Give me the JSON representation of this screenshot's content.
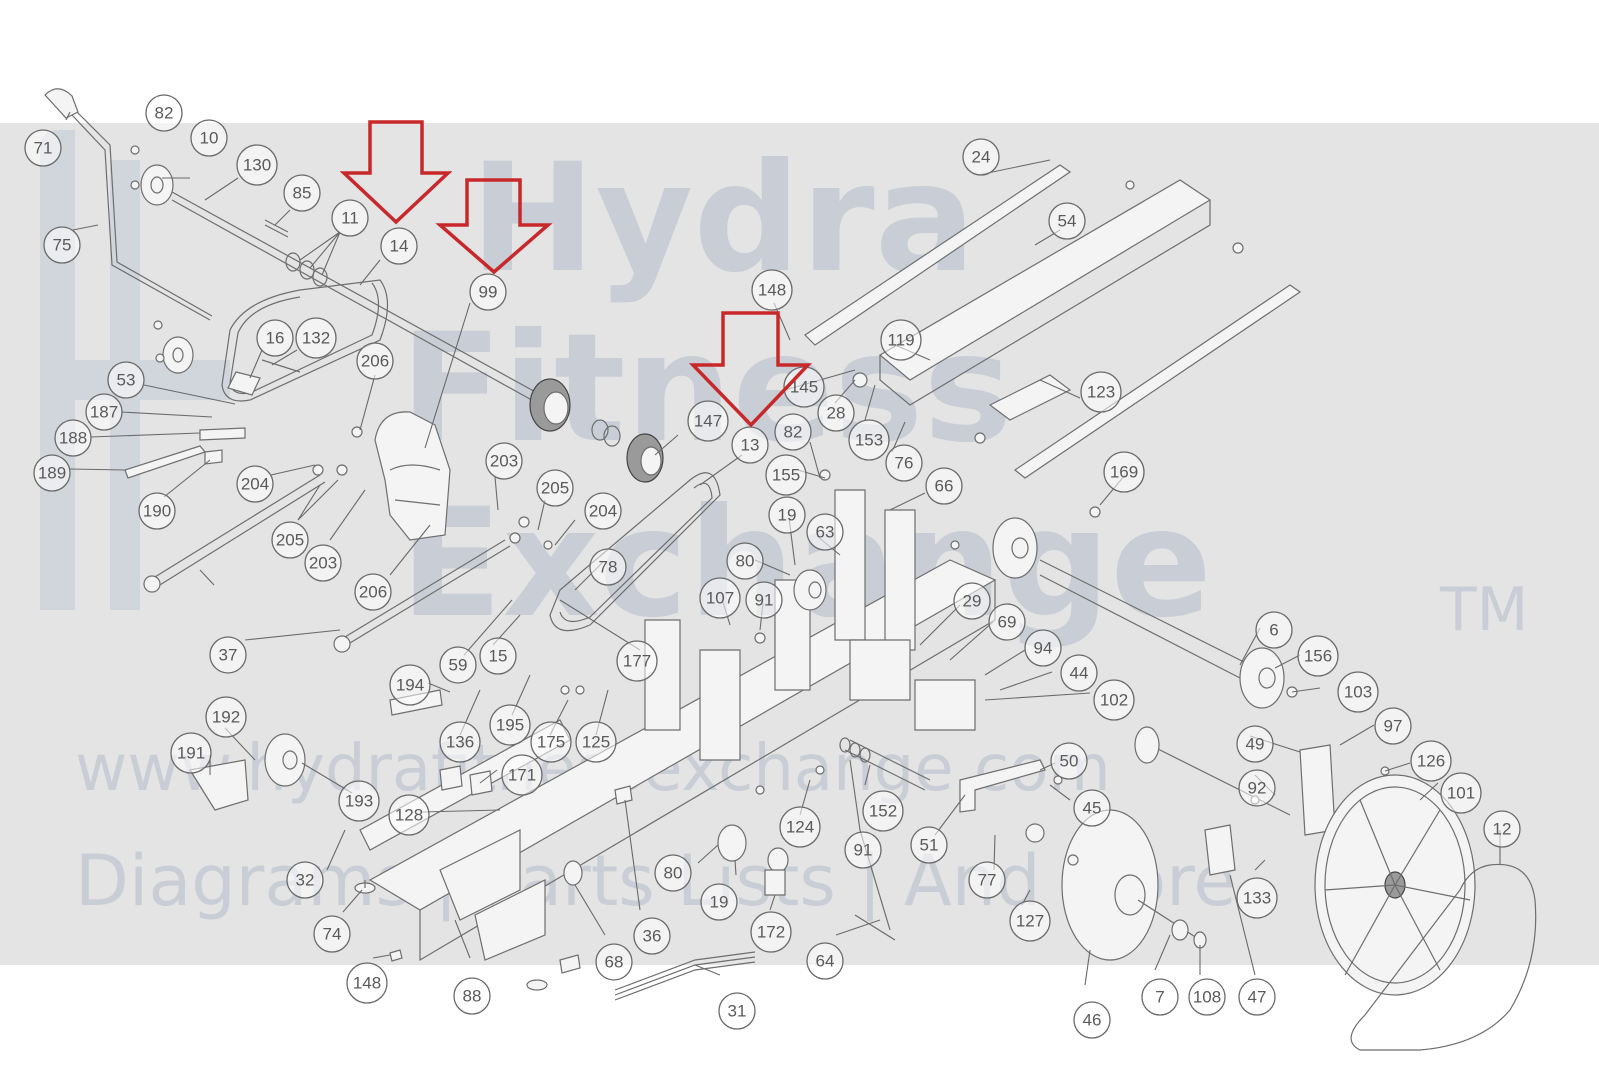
{
  "watermark": {
    "line1": "Hydra",
    "line2": "Fitness",
    "line3": "Exchange",
    "trademark": "TM",
    "website": "www.hydrafitnessexchange.com",
    "tagline": "Diagrams | Parts Lists | And More"
  },
  "callouts": [
    {
      "id": "c-71",
      "label": "71"
    },
    {
      "id": "c-82a",
      "label": "82"
    },
    {
      "id": "c-10",
      "label": "10"
    },
    {
      "id": "c-130",
      "label": "130"
    },
    {
      "id": "c-85",
      "label": "85"
    },
    {
      "id": "c-11",
      "label": "11"
    },
    {
      "id": "c-14",
      "label": "14"
    },
    {
      "id": "c-75",
      "label": "75"
    },
    {
      "id": "c-99",
      "label": "99"
    },
    {
      "id": "c-16",
      "label": "16"
    },
    {
      "id": "c-132",
      "label": "132"
    },
    {
      "id": "c-53",
      "label": "53"
    },
    {
      "id": "c-187",
      "label": "187"
    },
    {
      "id": "c-188",
      "label": "188"
    },
    {
      "id": "c-189",
      "label": "189"
    },
    {
      "id": "c-190",
      "label": "190"
    },
    {
      "id": "c-206a",
      "label": "206"
    },
    {
      "id": "c-204a",
      "label": "204"
    },
    {
      "id": "c-205a",
      "label": "205"
    },
    {
      "id": "c-203a",
      "label": "203"
    },
    {
      "id": "c-206b",
      "label": "206"
    },
    {
      "id": "c-37",
      "label": "37"
    },
    {
      "id": "c-203b",
      "label": "203"
    },
    {
      "id": "c-205b",
      "label": "205"
    },
    {
      "id": "c-204b",
      "label": "204"
    },
    {
      "id": "c-147",
      "label": "147"
    },
    {
      "id": "c-13",
      "label": "13"
    },
    {
      "id": "c-148a",
      "label": "148"
    },
    {
      "id": "c-145",
      "label": "145"
    },
    {
      "id": "c-82b",
      "label": "82"
    },
    {
      "id": "c-155",
      "label": "155"
    },
    {
      "id": "c-28",
      "label": "28"
    },
    {
      "id": "c-153",
      "label": "153"
    },
    {
      "id": "c-76",
      "label": "76"
    },
    {
      "id": "c-24",
      "label": "24"
    },
    {
      "id": "c-54",
      "label": "54"
    },
    {
      "id": "c-119",
      "label": "119"
    },
    {
      "id": "c-123",
      "label": "123"
    },
    {
      "id": "c-169",
      "label": "169"
    },
    {
      "id": "c-66",
      "label": "66"
    },
    {
      "id": "c-63",
      "label": "63"
    },
    {
      "id": "c-19a",
      "label": "19"
    },
    {
      "id": "c-80a",
      "label": "80"
    },
    {
      "id": "c-78",
      "label": "78"
    },
    {
      "id": "c-107",
      "label": "107"
    },
    {
      "id": "c-91a",
      "label": "91"
    },
    {
      "id": "c-29",
      "label": "29"
    },
    {
      "id": "c-69",
      "label": "69"
    },
    {
      "id": "c-94",
      "label": "94"
    },
    {
      "id": "c-44",
      "label": "44"
    },
    {
      "id": "c-6",
      "label": "6"
    },
    {
      "id": "c-156",
      "label": "156"
    },
    {
      "id": "c-103",
      "label": "103"
    },
    {
      "id": "c-59",
      "label": "59"
    },
    {
      "id": "c-15",
      "label": "15"
    },
    {
      "id": "c-177",
      "label": "177"
    },
    {
      "id": "c-194",
      "label": "194"
    },
    {
      "id": "c-136",
      "label": "136"
    },
    {
      "id": "c-195",
      "label": "195"
    },
    {
      "id": "c-175",
      "label": "175"
    },
    {
      "id": "c-125",
      "label": "125"
    },
    {
      "id": "c-102",
      "label": "102"
    },
    {
      "id": "c-192",
      "label": "192"
    },
    {
      "id": "c-191",
      "label": "191"
    },
    {
      "id": "c-193",
      "label": "193"
    },
    {
      "id": "c-171",
      "label": "171"
    },
    {
      "id": "c-128",
      "label": "128"
    },
    {
      "id": "c-50",
      "label": "50"
    },
    {
      "id": "c-45",
      "label": "45"
    },
    {
      "id": "c-49",
      "label": "49"
    },
    {
      "id": "c-97",
      "label": "97"
    },
    {
      "id": "c-126",
      "label": "126"
    },
    {
      "id": "c-92",
      "label": "92"
    },
    {
      "id": "c-101",
      "label": "101"
    },
    {
      "id": "c-12",
      "label": "12"
    },
    {
      "id": "c-124",
      "label": "124"
    },
    {
      "id": "c-152",
      "label": "152"
    },
    {
      "id": "c-91b",
      "label": "91"
    },
    {
      "id": "c-51",
      "label": "51"
    },
    {
      "id": "c-32",
      "label": "32"
    },
    {
      "id": "c-80b",
      "label": "80"
    },
    {
      "id": "c-19b",
      "label": "19"
    },
    {
      "id": "c-77",
      "label": "77"
    },
    {
      "id": "c-127",
      "label": "127"
    },
    {
      "id": "c-133",
      "label": "133"
    },
    {
      "id": "c-74",
      "label": "74"
    },
    {
      "id": "c-36",
      "label": "36"
    },
    {
      "id": "c-172",
      "label": "172"
    },
    {
      "id": "c-64",
      "label": "64"
    },
    {
      "id": "c-148b",
      "label": "148"
    },
    {
      "id": "c-88",
      "label": "88"
    },
    {
      "id": "c-68",
      "label": "68"
    },
    {
      "id": "c-31",
      "label": "31"
    },
    {
      "id": "c-46",
      "label": "46"
    },
    {
      "id": "c-7",
      "label": "7"
    },
    {
      "id": "c-108",
      "label": "108"
    },
    {
      "id": "c-47",
      "label": "47"
    }
  ],
  "arrows": [
    {
      "id": "arrow-14",
      "color": "#c8282a"
    },
    {
      "id": "arrow-99",
      "color": "#c8282a"
    },
    {
      "id": "arrow-13",
      "color": "#c8282a"
    }
  ]
}
